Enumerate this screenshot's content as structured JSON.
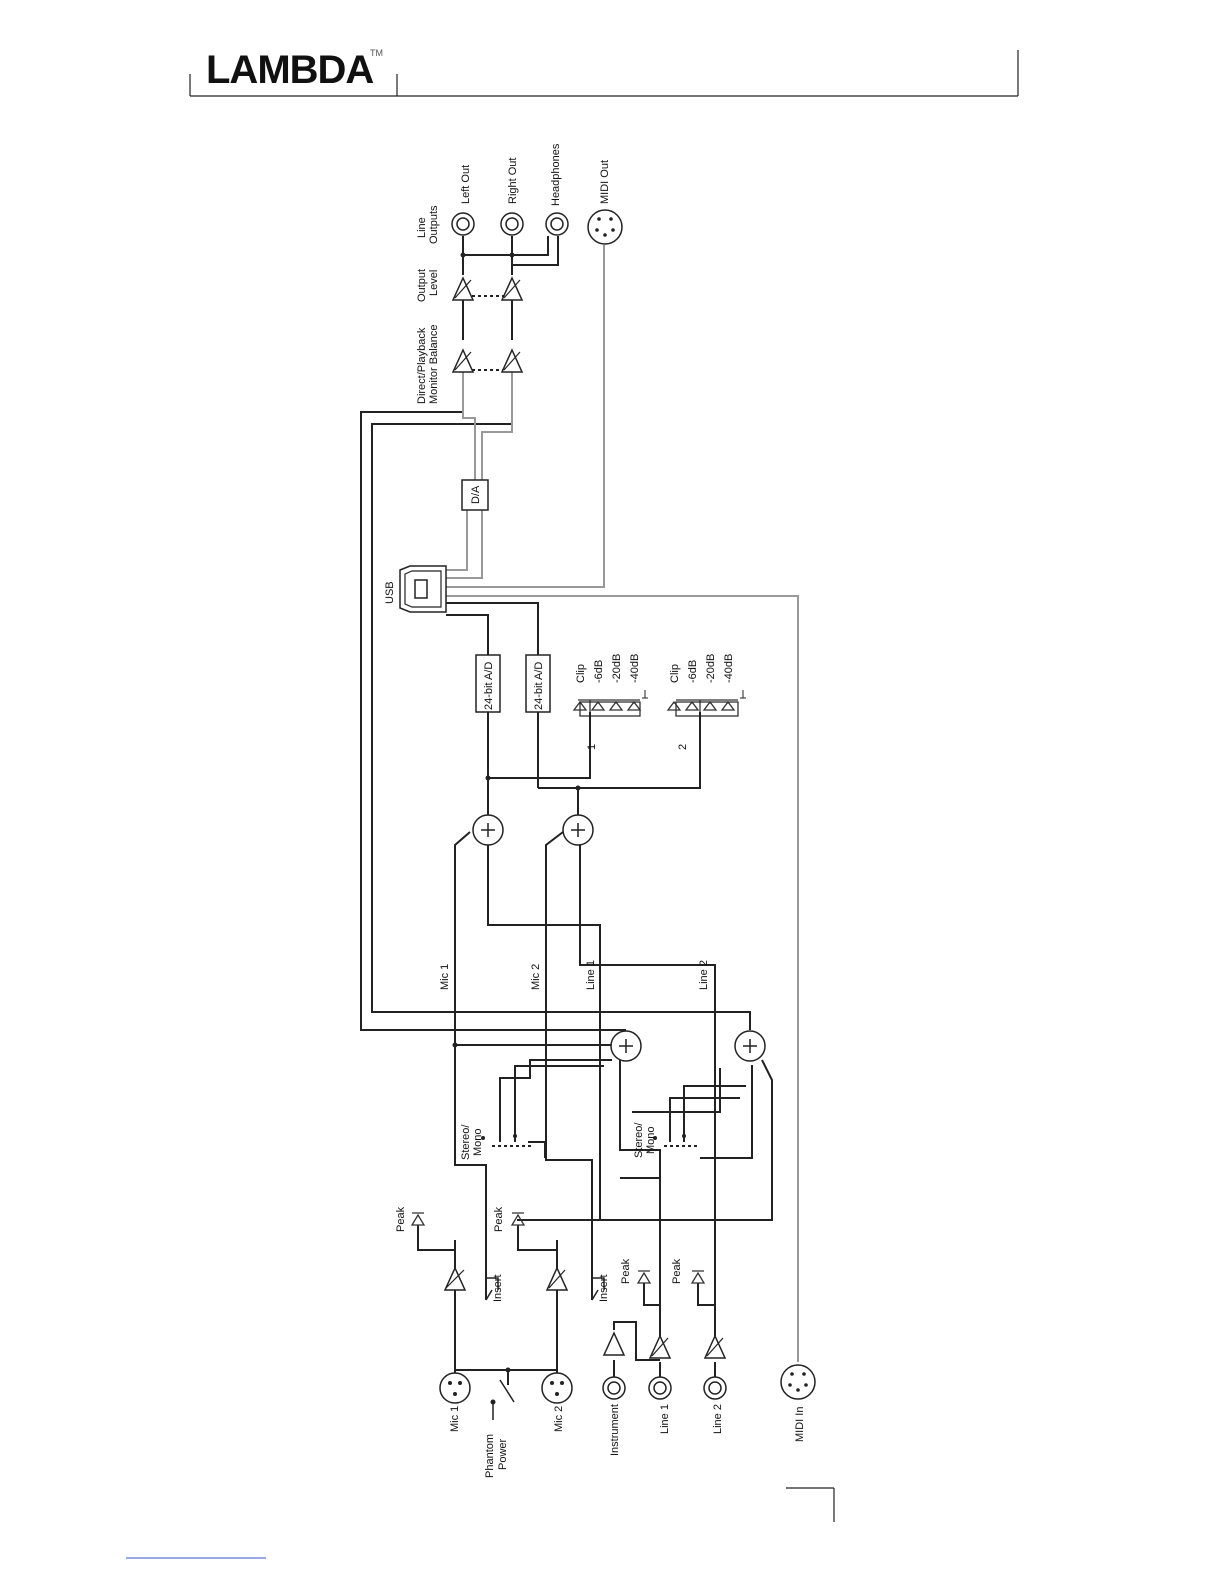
{
  "header": {
    "brand": "LAMBDA",
    "trademark": "TM"
  },
  "inputs": {
    "mic1": "Mic 1",
    "phantom_power": [
      "Phantom",
      "Power"
    ],
    "mic2": "Mic 2",
    "instrument": "Instrument",
    "line1": "Line 1",
    "line2": "Line 2",
    "midi_in": "MIDI In"
  },
  "controls": {
    "peak": "Peak",
    "insert": "Insert",
    "stereo_mono": [
      "Stereo/",
      "Mono"
    ],
    "direct_playback": [
      "Direct/Playback",
      "Monitor Balance"
    ],
    "output_level": [
      "Output",
      "Level"
    ]
  },
  "bus_labels": {
    "mic1": "Mic 1",
    "mic2": "Mic 2",
    "line1": "Line 1",
    "line2": "Line 2"
  },
  "converters": {
    "ad": "24-bit A/D",
    "da": "D/A",
    "usb": "USB"
  },
  "meters": {
    "channels": [
      "1",
      "2"
    ],
    "levels": [
      "Clip",
      "-6dB",
      "-20dB",
      "-40dB"
    ]
  },
  "outputs": {
    "line_outputs": [
      "Line",
      "Outputs"
    ],
    "left_out": "Left Out",
    "right_out": "Right Out",
    "headphones": "Headphones",
    "midi_out": "MIDI Out"
  }
}
